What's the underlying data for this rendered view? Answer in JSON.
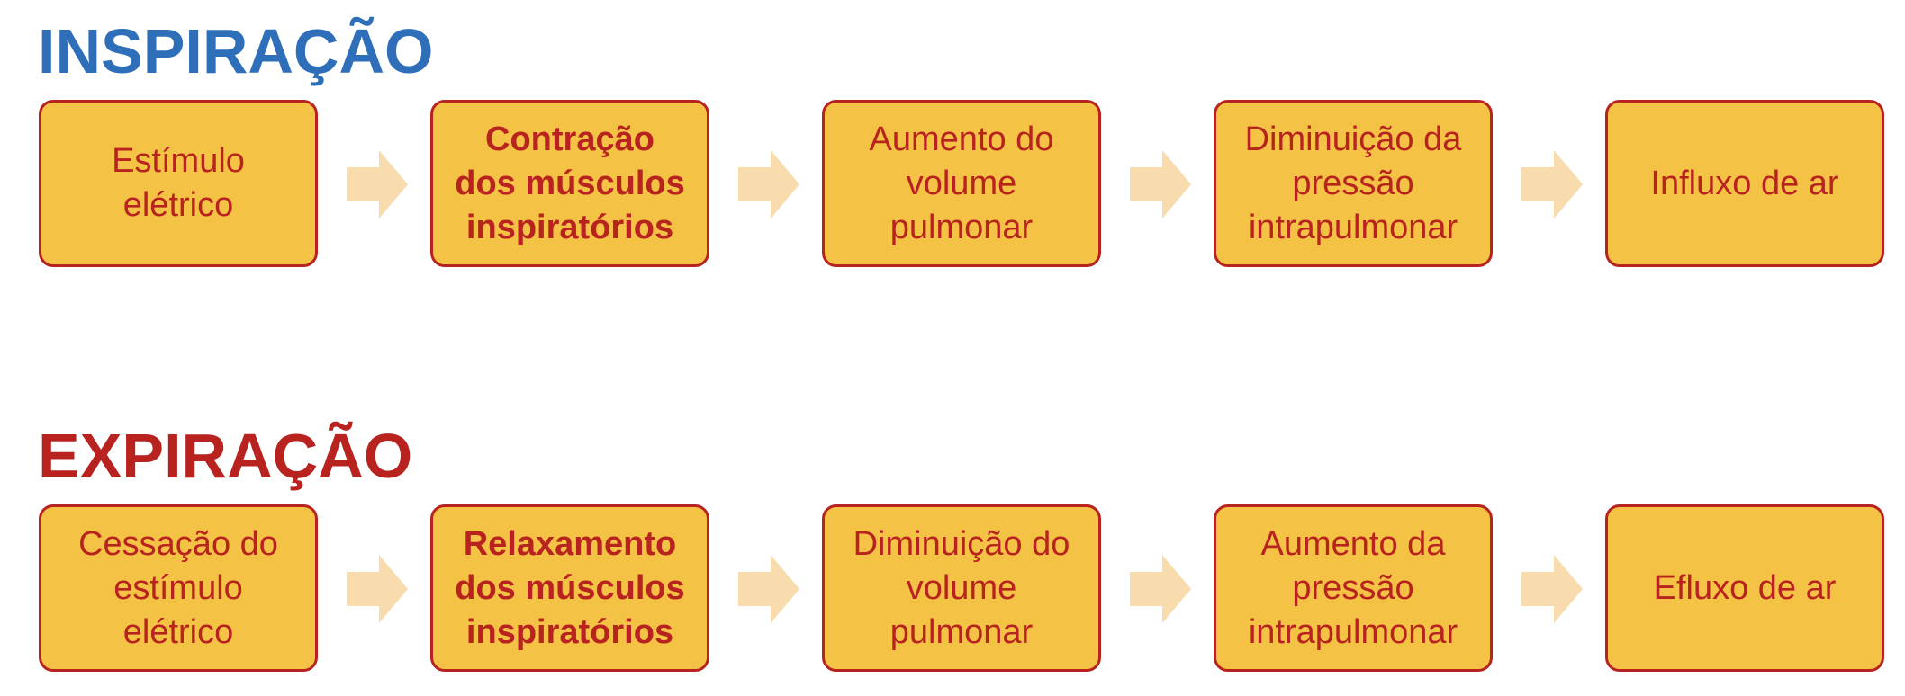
{
  "colors": {
    "inspiration_title": "#2f6fba",
    "expiration_title": "#b8231f",
    "box_fill": "#f4c245",
    "box_border": "#b8231f",
    "box_text": "#b8231f",
    "arrow_fill": "#f8dcae"
  },
  "icons": {
    "arrow": "right-arrow-icon"
  },
  "inspiration": {
    "title": "INSPIRAÇÃO",
    "steps": [
      {
        "lines": [
          "Estímulo",
          "elétrico"
        ],
        "bold": false
      },
      {
        "lines": [
          "Contração",
          "dos músculos",
          "inspiratórios"
        ],
        "bold": true
      },
      {
        "lines": [
          "Aumento do",
          "volume",
          "pulmonar"
        ],
        "bold": false
      },
      {
        "lines": [
          "Diminuição da",
          "pressão",
          "intrapulmonar"
        ],
        "bold": false
      },
      {
        "lines": [
          "Influxo de ar"
        ],
        "bold": false
      }
    ]
  },
  "expiration": {
    "title": "EXPIRAÇÃO",
    "steps": [
      {
        "lines": [
          "Cessação do",
          "estímulo",
          "elétrico"
        ],
        "bold": false
      },
      {
        "lines": [
          "Relaxamento",
          "dos músculos",
          "inspiratórios"
        ],
        "bold": true
      },
      {
        "lines": [
          "Diminuição do",
          "volume",
          "pulmonar"
        ],
        "bold": false
      },
      {
        "lines": [
          "Aumento da",
          "pressão",
          "intrapulmonar"
        ],
        "bold": false
      },
      {
        "lines": [
          "Efluxo de ar"
        ],
        "bold": false
      }
    ]
  }
}
